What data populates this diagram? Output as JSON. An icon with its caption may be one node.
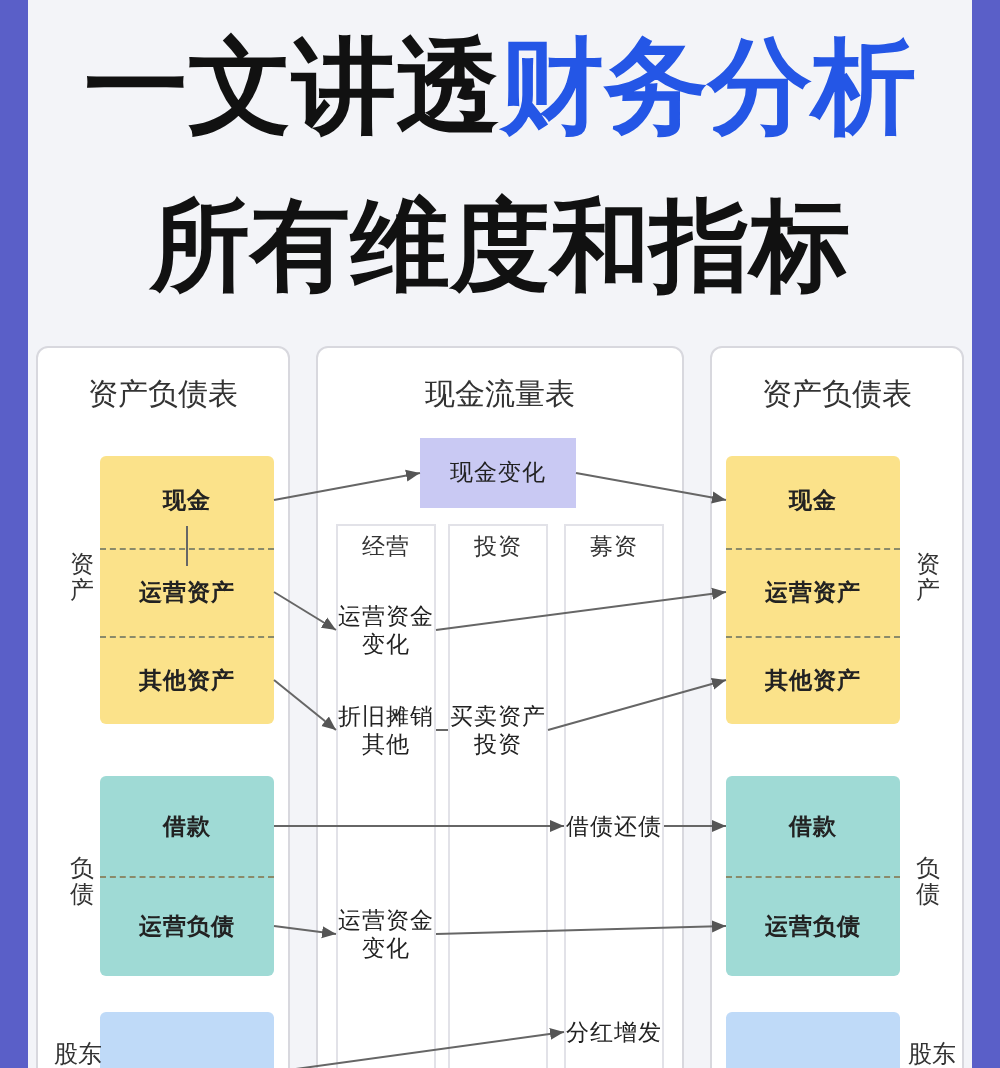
{
  "diagram": {
    "title": "一文讲透财务分析",
    "nodes": [
      {
        "text": [
          "资产负债表"
        ]
      },
      {
        "text": [],
        "shape": "box",
        "in": 0
      },
      {
        "text": [
          "现金"
        ],
        "in": 1
      },
      {
        "text": [
          "运营资产"
        ],
        "in": 1
      },
      {
        "text": [
          "其他资产"
        ],
        "in": 1
      },
      {
        "text": [],
        "shape": "box",
        "in": 0
      },
      {
        "text": [
          "借款"
        ],
        "in": 5
      },
      {
        "text": [
          "运营负债"
        ],
        "in": 5
      },
      {
        "text": [],
        "shape": "box",
        "in": 0
      },
      {
        "text": [
          "现金流量表"
        ]
      },
      {
        "text": [
          "现金变化"
        ],
        "in": 9
      },
      {
        "text": [
          "经营"
        ],
        "in": 9
      },
      {
        "text": [
          "投资"
        ],
        "in": 9
      },
      {
        "text": [
          "募资"
        ],
        "in": 9
      },
      {
        "text": [
          "运营资金变化"
        ],
        "in": 11
      },
      {
        "text": [
          "折旧摊销其他"
        ],
        "in": 11
      },
      {
        "text": [
          "买卖资产投资"
        ],
        "in": 12
      },
      {
        "text": [
          "借债还债"
        ],
        "in": 13
      },
      {
        "text": [
          "运营资金变化"
        ],
        "in": 11
      },
      {
        "text": [
          "分红增发"
        ],
        "in": 13
      },
      {
        "text": [
          "资产负债表"
        ]
      },
      {
        "text": [],
        "shape": "box",
        "in": 20
      },
      {
        "text": [
          "现金"
        ],
        "in": 21
      },
      {
        "text": [
          "运营资产"
        ],
        "in": 21
      },
      {
        "text": [
          "其他资产"
        ],
        "in": 21
      },
      {
        "text": [],
        "shape": "box",
        "in": 20
      },
      {
        "text": [
          "借款"
        ],
        "in": 25
      },
      {
        "text": [
          "运营负债"
        ],
        "in": 25
      },
      {
        "text": [],
        "shape": "box",
        "in": 20
      }
    ],
    "edges": [
      {
        "from": 2,
        "to": 10,
        "arrow": "to"
      },
      {
        "from": 10,
        "to": 22,
        "arrow": "to"
      },
      {
        "from": 3,
        "to": 14,
        "arrow": "to"
      },
      {
        "from": 14,
        "to": 23,
        "arrow": "to"
      },
      {
        "from": 4,
        "to": 15,
        "arrow": "to"
      },
      {
        "from": 16,
        "to": 24,
        "arrow": "to"
      },
      {
        "from": 6,
        "to": 17,
        "arrow": "to"
      },
      {
        "from": 17,
        "to": 26,
        "arrow": "to"
      },
      {
        "from": 7,
        "to": 18,
        "arrow": "to"
      },
      {
        "from": 18,
        "to": 27,
        "arrow": "to"
      },
      {
        "from": 8,
        "to": 19,
        "arrow": "to"
      },
      {
        "from": 2,
        "to": 3,
        "arrow": "none"
      },
      {
        "from": 15,
        "to": 16,
        "arrow": "none"
      }
    ],
    "labels": [
      "所有维度和指标",
      "资产",
      "负债",
      "股东",
      "资产",
      "负债",
      "股东"
    ]
  }
}
